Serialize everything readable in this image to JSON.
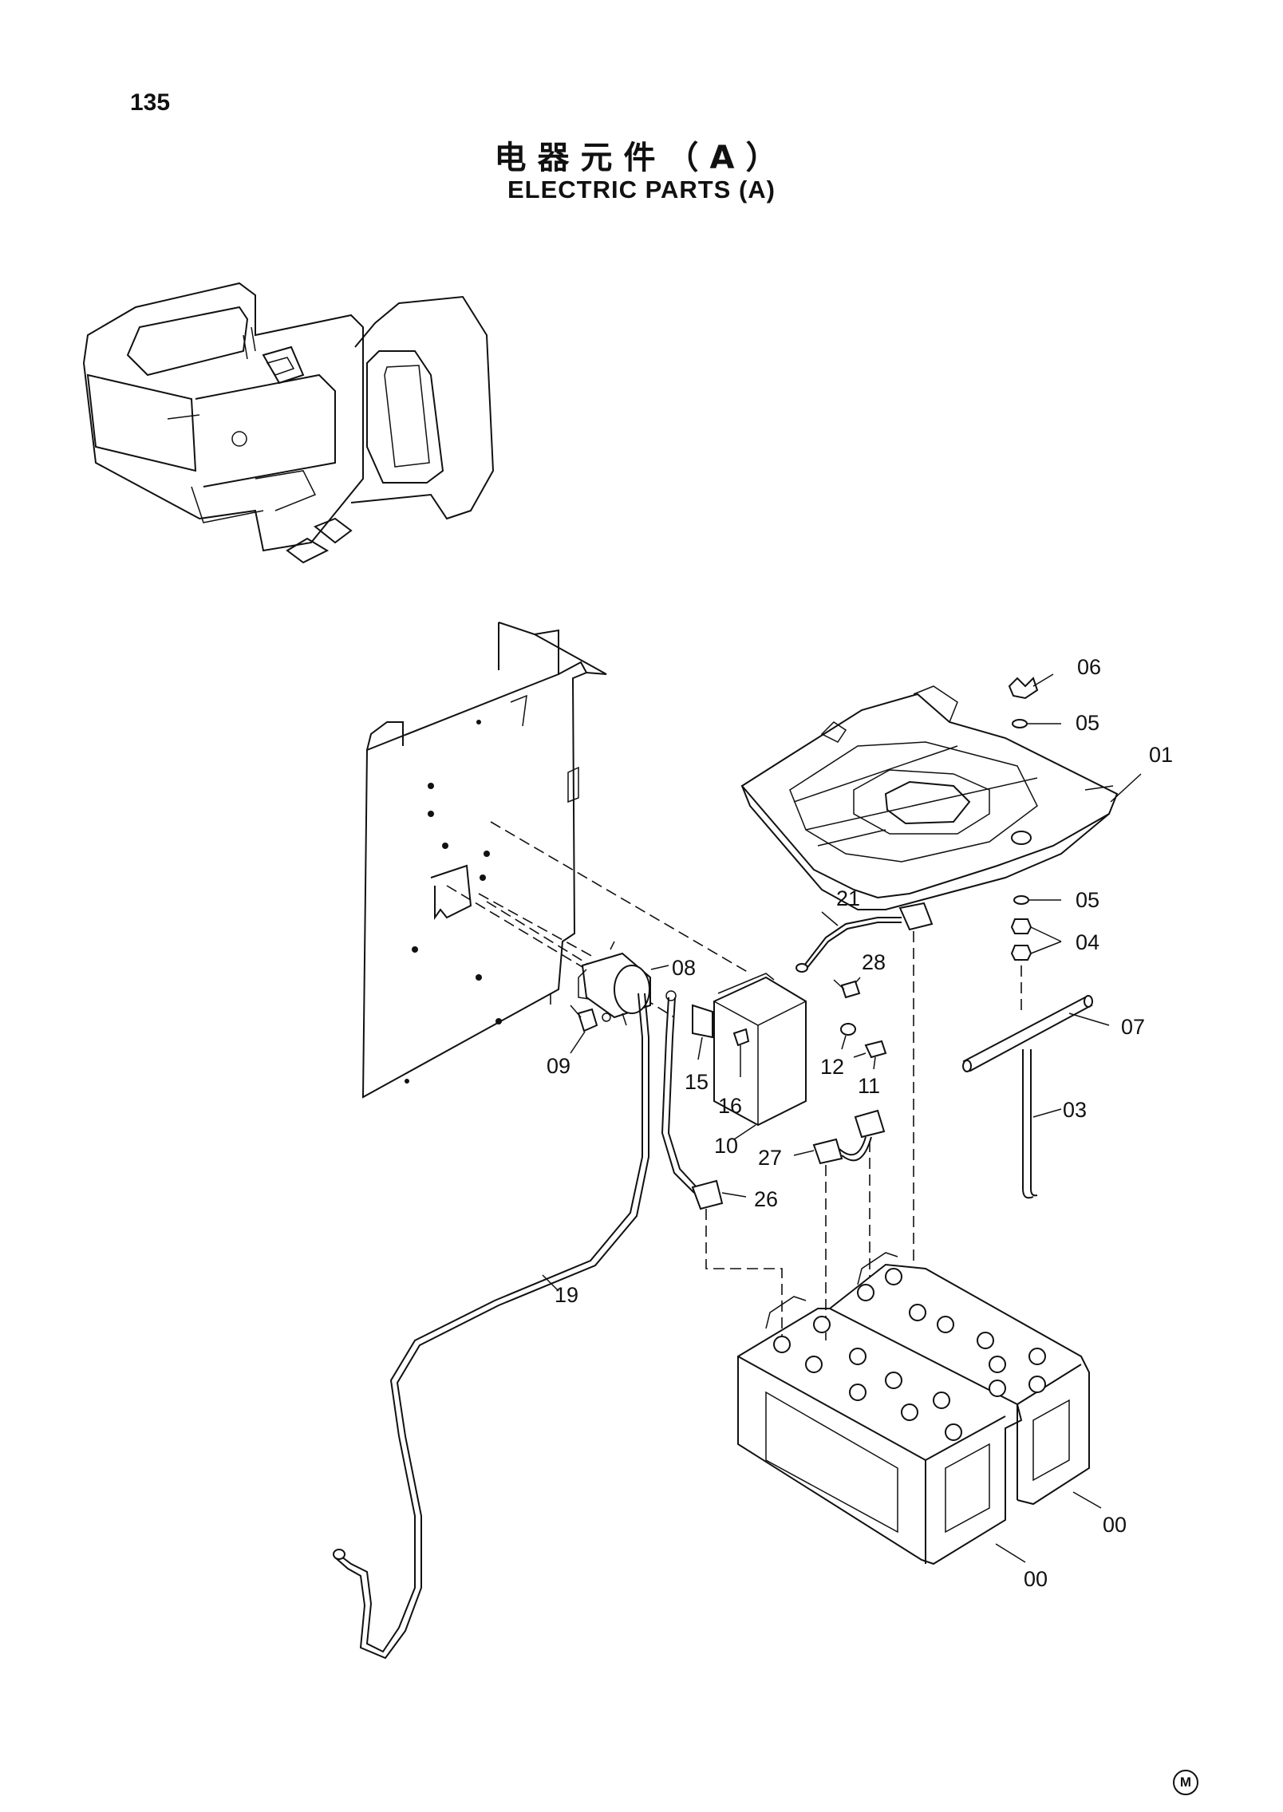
{
  "page": {
    "number": "135",
    "title_cn": "电器元件（A）",
    "title_en": "ELECTRIC PARTS (A)",
    "corner_mark": "M"
  },
  "callouts": {
    "c00a": "00",
    "c00b": "00",
    "c01": "01",
    "c03": "03",
    "c04": "04",
    "c05a": "05",
    "c05b": "05",
    "c06": "06",
    "c07": "07",
    "c08": "08",
    "c09": "09",
    "c10": "10",
    "c11": "11",
    "c12": "12",
    "c15": "15",
    "c16": "16",
    "c19": "19",
    "c21": "21",
    "c26": "26",
    "c27": "27",
    "c28": "28"
  }
}
